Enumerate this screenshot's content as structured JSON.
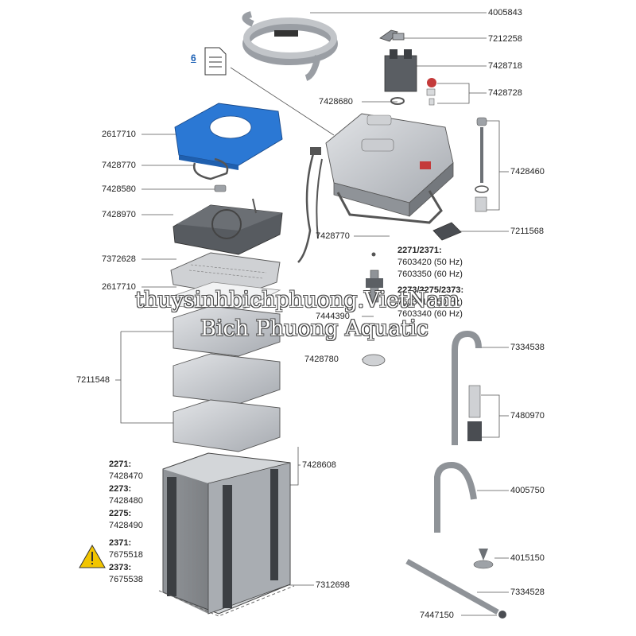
{
  "doc_link": {
    "number": "6"
  },
  "watermark": {
    "line1": "thuysinhbichphuong.VietNam",
    "line2": "Bich Phuong Aquatic"
  },
  "parts": {
    "hose": "4005843",
    "clip_small": "7212258",
    "clip_unit": "7428718",
    "oring": "7428680",
    "impeller_cap": "7428728",
    "prefilter_pad": "2617710",
    "handle": "7428770",
    "valve": "7428580",
    "top_basket": "7428970",
    "grid_plate": "7372628",
    "fleece": "2617710",
    "baskets": "7211548",
    "primer": "7428460",
    "bracket": "7211568",
    "head_handle": "7428770",
    "spring": "7444390",
    "impeller_cover": "7428780",
    "intake_tube": "7334538",
    "intake_strainer": "7480970",
    "outlet_tube": "4005750",
    "suction_cup": "4015150",
    "spray_bar": "7334528",
    "end_cap": "7447150",
    "canister_clips": "7428608",
    "foot": "7312698"
  },
  "impeller_block": {
    "model_a": "2271/2371:",
    "a_50": "7603420 (50 Hz)",
    "a_60": "7603350 (60 Hz)",
    "model_b": "2273/2275/2373:",
    "b_50": "7603410 (50 Hz)",
    "b_60": "7603340 (60 Hz)"
  },
  "canister_block": [
    {
      "model": "2271:",
      "part": "7428470"
    },
    {
      "model": "2273:",
      "part": "7428480"
    },
    {
      "model": "2275:",
      "part": "7428490"
    },
    {
      "model": "2371:",
      "part": "7675518"
    },
    {
      "model": "2373:",
      "part": "7675538"
    }
  ],
  "colors": {
    "blue_pad": "#2b78d4",
    "line": "#555555",
    "warning": "#f2c500",
    "part_gray": "#b9bdc2",
    "dark_gray": "#4a4d52"
  },
  "icons": [
    "document-icon",
    "warning-icon"
  ]
}
